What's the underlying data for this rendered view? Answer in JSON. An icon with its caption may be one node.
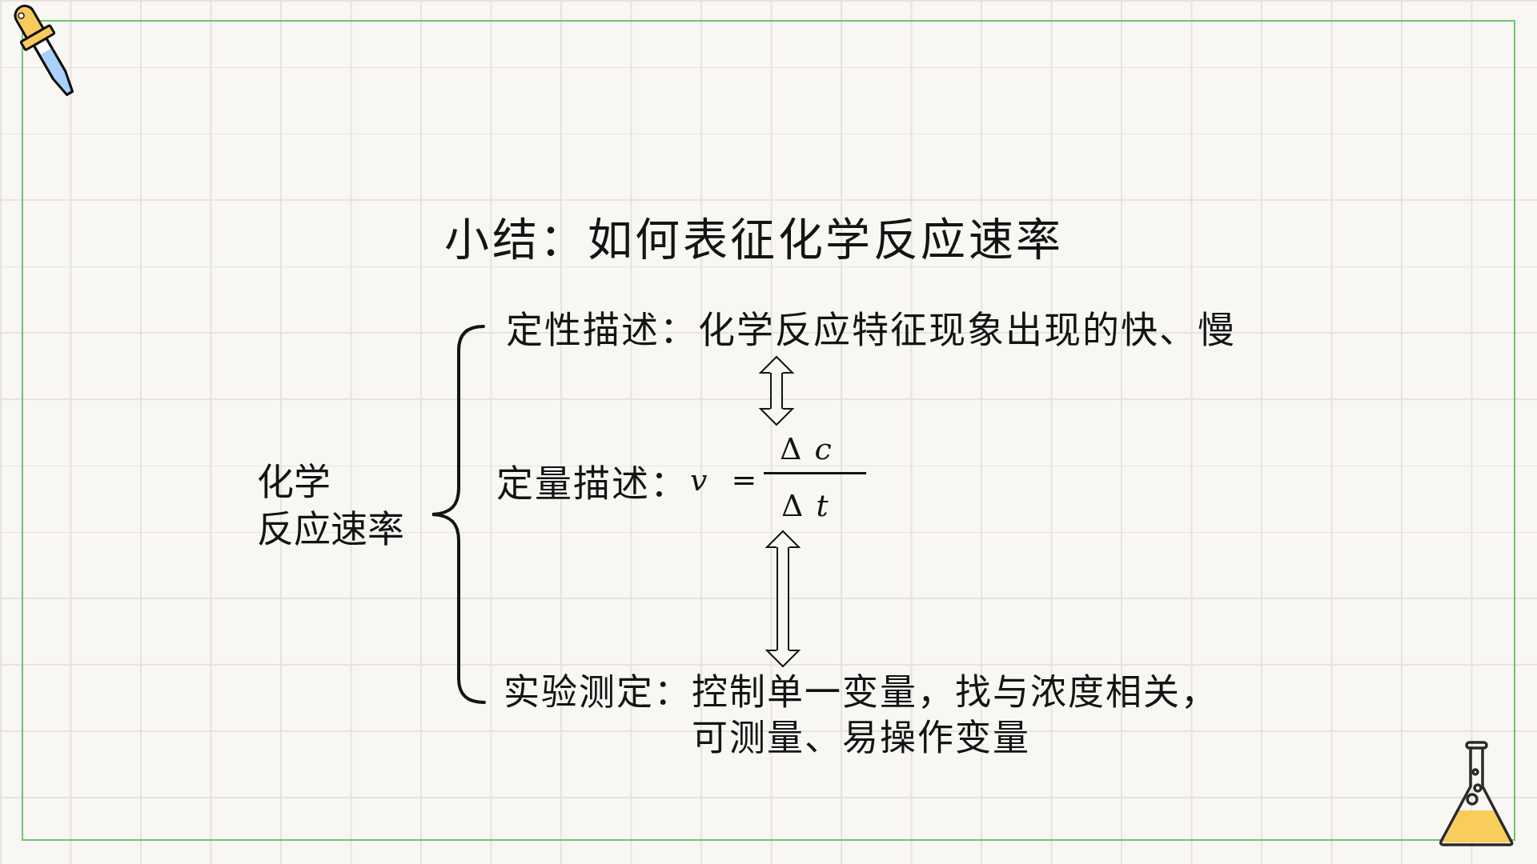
{
  "diagram": {
    "title": "小结：如何表征化学反应速率",
    "nodes": [
      {
        "text": [
          "定性描述：化学反应特征现象出现的快、慢"
        ]
      },
      {
        "text": [
          "定量描述：",
          "*v* =",
          "Δ *c*",
          "Δ *t*"
        ]
      },
      {
        "text": [
          "实验测定：控制单一变量，找与浓度相关，可测量、易操作变量"
        ]
      }
    ],
    "edges": [
      {
        "from": 0,
        "to": 1,
        "arrow": "both"
      },
      {
        "from": 1,
        "to": 2,
        "arrow": "both"
      }
    ],
    "labels": [
      "化学反应速率"
    ]
  }
}
